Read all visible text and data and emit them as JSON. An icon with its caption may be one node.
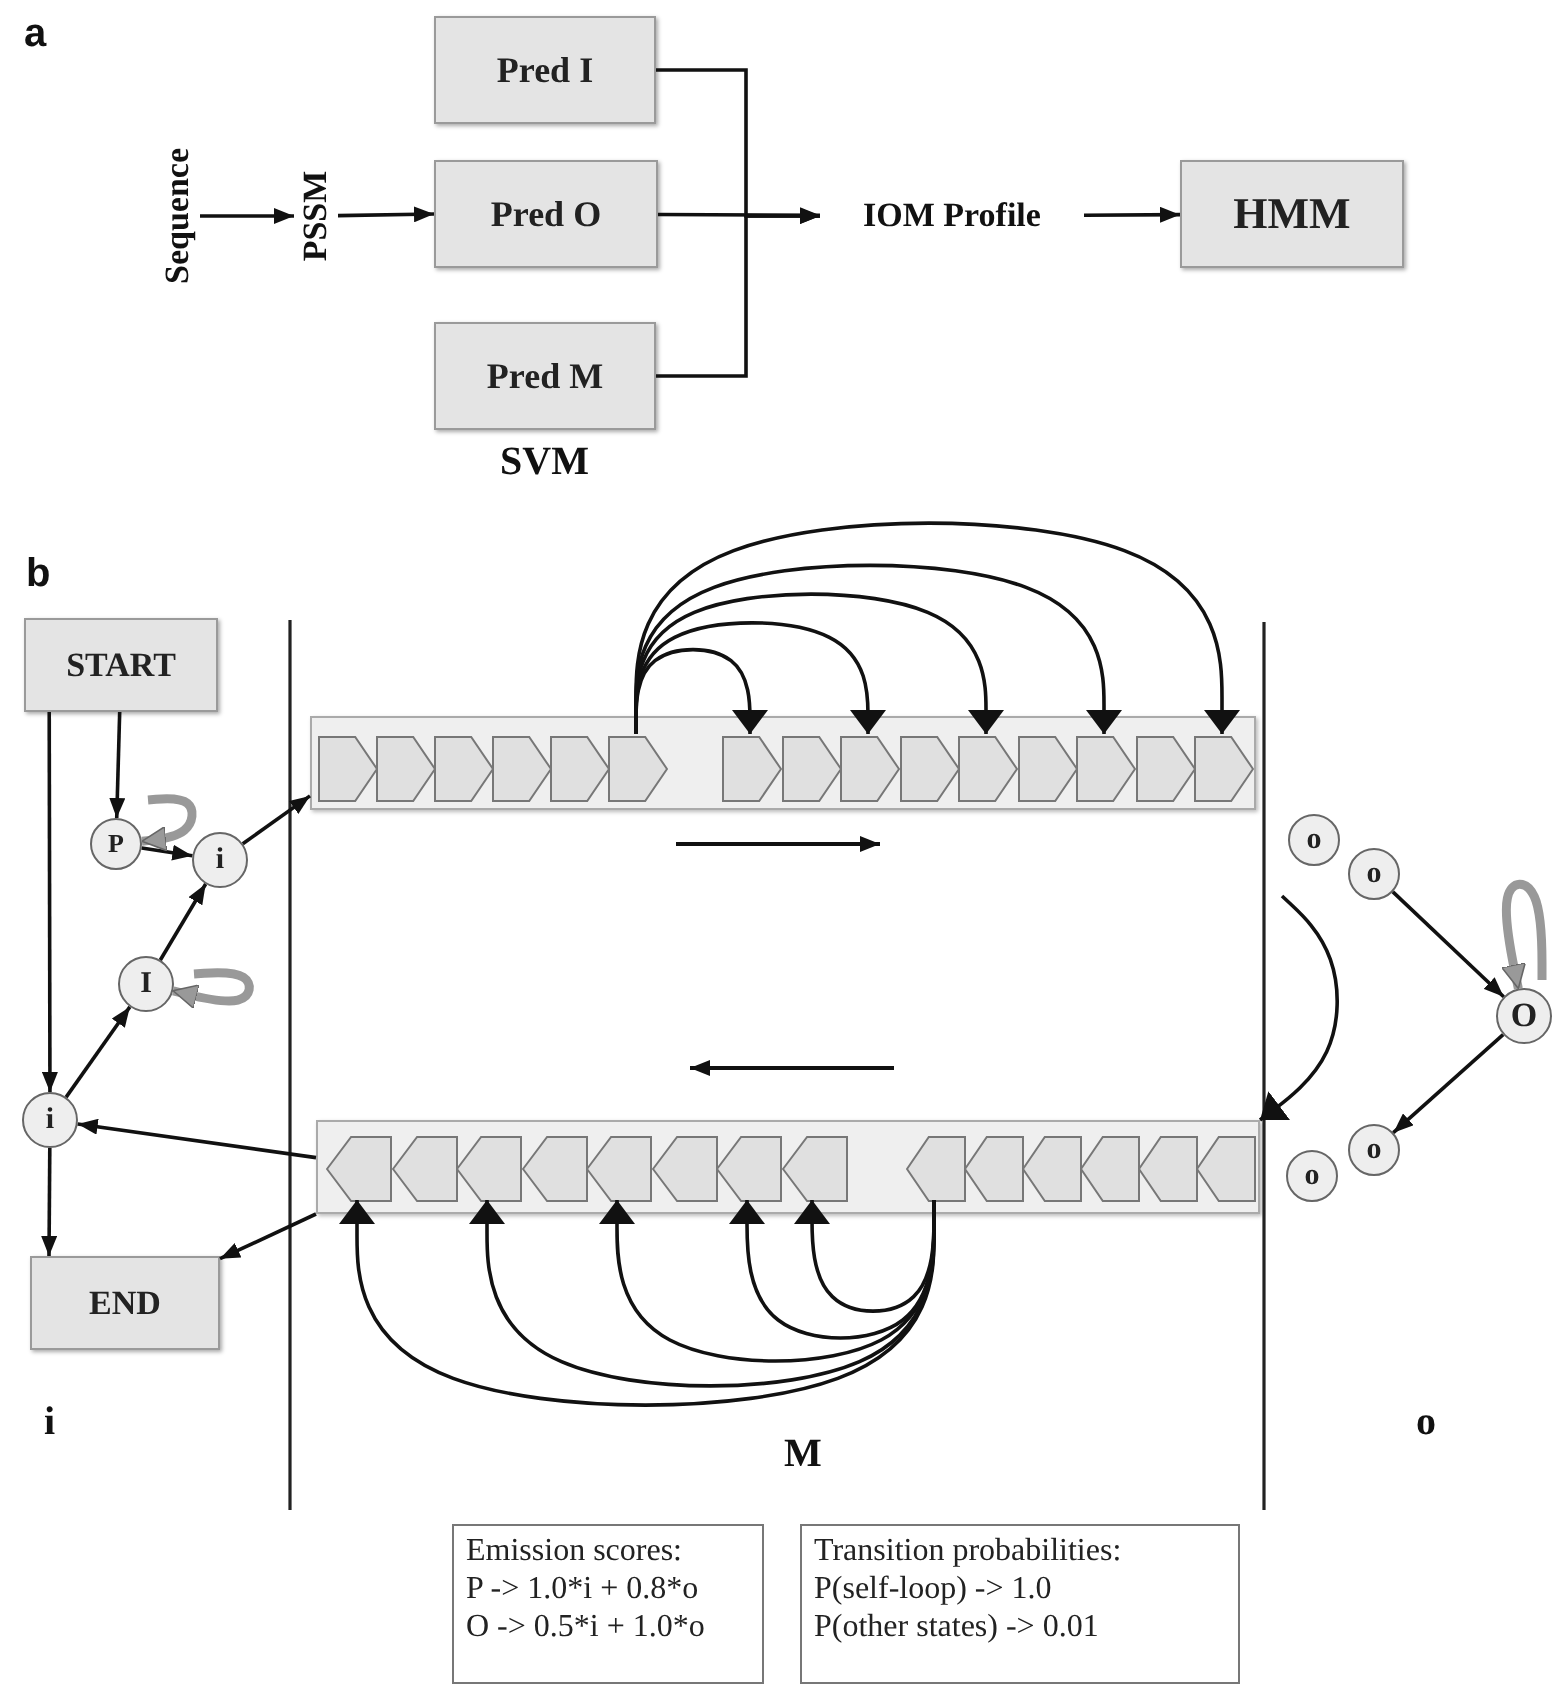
{
  "diagram": {
    "nodes": [
      {
        "text": [
          "Sequence"
        ]
      },
      {
        "text": [
          "PSSM"
        ]
      },
      {
        "text": [
          "Pred I"
        ]
      },
      {
        "text": [
          "Pred O"
        ]
      },
      {
        "text": [
          "Pred M"
        ]
      },
      {
        "text": [
          "IOM Profile"
        ]
      },
      {
        "text": [
          "HMM"
        ]
      },
      {
        "text": [
          "START"
        ]
      },
      {
        "text": [
          "P"
        ]
      },
      {
        "text": [
          "i"
        ]
      },
      {
        "text": [
          "I"
        ]
      },
      {
        "text": [
          "i"
        ]
      },
      {
        "text": [
          "END"
        ]
      },
      {
        "text": [],
        "shape": "bar"
      },
      {
        "text": [],
        "shape": "chevron",
        "in": 13
      },
      {
        "text": [],
        "shape": "chevron",
        "in": 13
      },
      {
        "text": [],
        "shape": "chevron",
        "in": 13
      },
      {
        "text": [],
        "shape": "chevron",
        "in": 13
      },
      {
        "text": [],
        "shape": "chevron",
        "in": 13
      },
      {
        "text": [],
        "shape": "chevron",
        "in": 13
      },
      {
        "text": [],
        "shape": "chevron",
        "in": 13
      },
      {
        "text": [],
        "shape": "chevron",
        "in": 13
      },
      {
        "text": [],
        "shape": "chevron",
        "in": 13
      },
      {
        "text": [],
        "shape": "chevron",
        "in": 13
      },
      {
        "text": [],
        "shape": "chevron",
        "in": 13
      },
      {
        "text": [],
        "shape": "chevron",
        "in": 13
      },
      {
        "text": [],
        "shape": "chevron",
        "in": 13
      },
      {
        "text": [],
        "shape": "chevron",
        "in": 13
      },
      {
        "text": [],
        "shape": "chevron",
        "in": 13
      },
      {
        "text": [],
        "shape": "bar"
      },
      {
        "text": [],
        "shape": "chevron",
        "in": 29
      },
      {
        "text": [],
        "shape": "chevron",
        "in": 29
      },
      {
        "text": [],
        "shape": "chevron",
        "in": 29
      },
      {
        "text": [],
        "shape": "chevron",
        "in": 29
      },
      {
        "text": [],
        "shape": "chevron",
        "in": 29
      },
      {
        "text": [],
        "shape": "chevron",
        "in": 29
      },
      {
        "text": [],
        "shape": "chevron",
        "in": 29
      },
      {
        "text": [],
        "shape": "chevron",
        "in": 29
      },
      {
        "text": [],
        "shape": "chevron",
        "in": 29
      },
      {
        "text": [],
        "shape": "chevron",
        "in": 29
      },
      {
        "text": [],
        "shape": "chevron",
        "in": 29
      },
      {
        "text": [],
        "shape": "chevron",
        "in": 29
      },
      {
        "text": [],
        "shape": "chevron",
        "in": 29
      },
      {
        "text": [],
        "shape": "chevron",
        "in": 29
      },
      {
        "text": [
          "o"
        ]
      },
      {
        "text": [
          "o"
        ]
      },
      {
        "text": [
          "O"
        ]
      },
      {
        "text": [
          "o"
        ]
      },
      {
        "text": [
          "o"
        ]
      },
      {
        "text": [
          "Emission scores:",
          "P -> 1.0*i + 0.8*o",
          "O -> 0.5*i + 1.0*o"
        ]
      },
      {
        "text": [
          "Transition probabilities:",
          "P(self-loop) -> 1.0",
          "P(other states) -> 0.01"
        ]
      }
    ],
    "edges": [
      {
        "from": 0,
        "to": 1,
        "arrow": "to"
      },
      {
        "from": 1,
        "to": 3,
        "arrow": "to"
      },
      {
        "from": 2,
        "to": 5,
        "arrow": "to"
      },
      {
        "from": 3,
        "to": 5,
        "arrow": "to"
      },
      {
        "from": 4,
        "to": 5,
        "arrow": "to"
      },
      {
        "from": 5,
        "to": 6,
        "arrow": "to"
      },
      {
        "from": 7,
        "to": 8,
        "arrow": "to"
      },
      {
        "from": 7,
        "to": 11,
        "arrow": "to"
      },
      {
        "from": 8,
        "to": 9,
        "arrow": "to"
      },
      {
        "from": 11,
        "to": 10,
        "arrow": "to"
      },
      {
        "from": 10,
        "to": 9,
        "arrow": "to"
      },
      {
        "from": 9,
        "to": 13,
        "arrow": "to"
      },
      {
        "from": 29,
        "to": 11,
        "arrow": "to"
      },
      {
        "from": 29,
        "to": 12,
        "arrow": "to"
      },
      {
        "from": 11,
        "to": 12,
        "arrow": "to"
      },
      {
        "from": 19,
        "to": 20,
        "arrow": "to"
      },
      {
        "from": 19,
        "to": 22,
        "arrow": "to"
      },
      {
        "from": 19,
        "to": 24,
        "arrow": "to"
      },
      {
        "from": 19,
        "to": 26,
        "arrow": "to"
      },
      {
        "from": 19,
        "to": 28,
        "arrow": "to"
      },
      {
        "from": 38,
        "to": 30,
        "arrow": "to"
      },
      {
        "from": 38,
        "to": 32,
        "arrow": "to"
      },
      {
        "from": 38,
        "to": 34,
        "arrow": "to"
      },
      {
        "from": 38,
        "to": 36,
        "arrow": "to"
      },
      {
        "from": 38,
        "to": 37,
        "arrow": "to"
      },
      {
        "from": 45,
        "to": 46,
        "arrow": "to"
      },
      {
        "from": 46,
        "to": 48,
        "arrow": "to"
      },
      {
        "from": null,
        "to": 29,
        "arrow": "to"
      },
      {
        "from": null,
        "to": 8,
        "arrow": "to",
        "style": "thick",
        "color": "#999999"
      },
      {
        "from": null,
        "to": 10,
        "arrow": "to",
        "style": "thick",
        "color": "#999999"
      },
      {
        "from": null,
        "to": 46,
        "arrow": "to",
        "style": "thick",
        "color": "#999999"
      }
    ],
    "labels": [
      "a",
      "SVM",
      "b",
      "i",
      "M",
      "o"
    ]
  }
}
